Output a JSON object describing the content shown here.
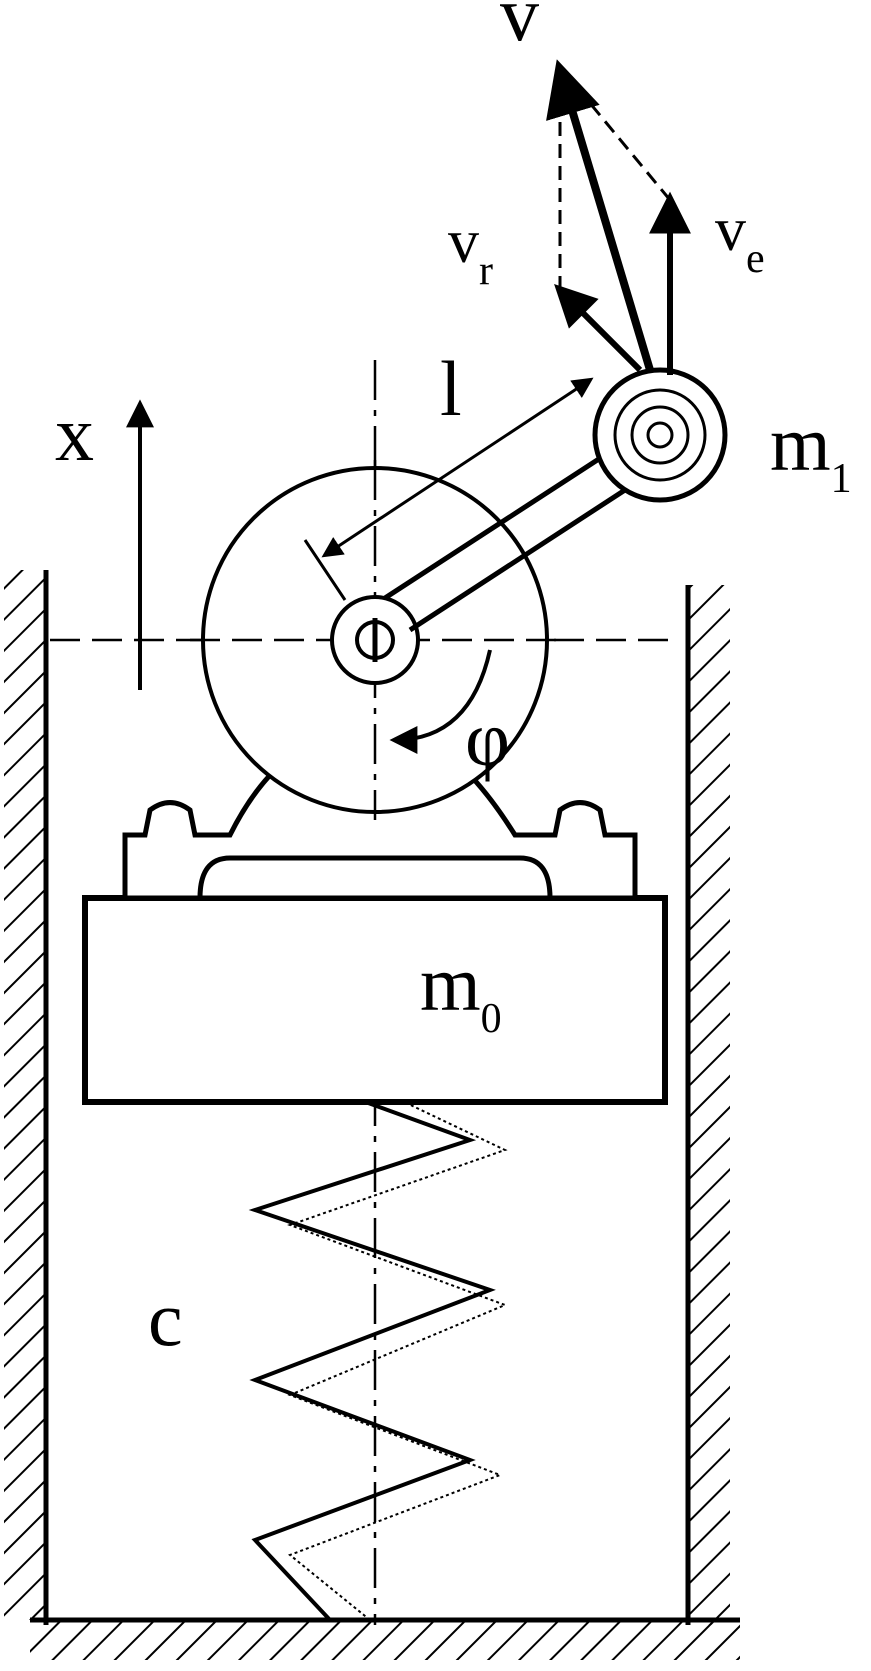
{
  "labels": {
    "v": "v",
    "v_r_main": "v",
    "v_r_sub": "r",
    "v_e_main": "v",
    "v_e_sub": "e",
    "l": "l",
    "x": "x",
    "m1_main": "m",
    "m1_sub": "1",
    "phi": "φ",
    "m0_main": "m",
    "m0_sub": "0",
    "c": "c"
  }
}
